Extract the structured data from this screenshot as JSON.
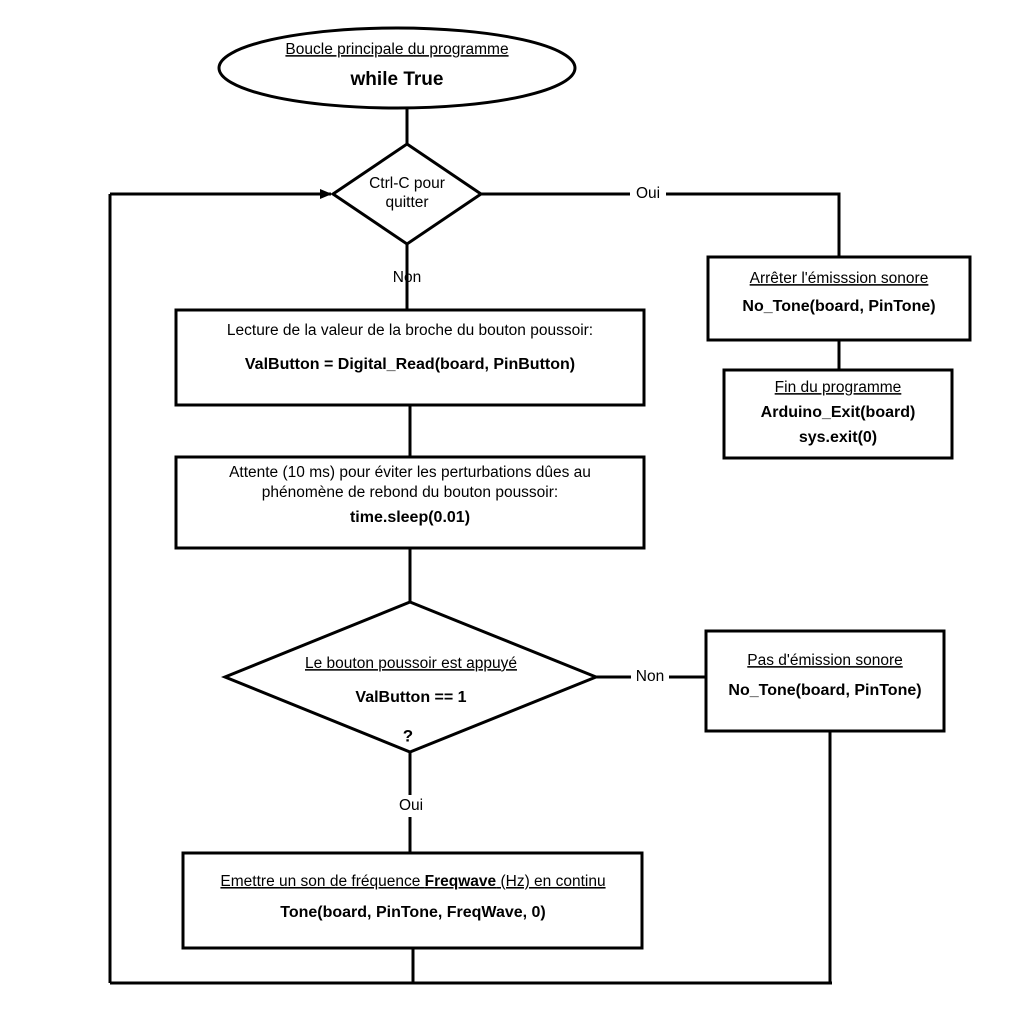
{
  "diagram": {
    "type": "flowchart",
    "language": "fr",
    "title_implicit": "Boucle principale du programme Arduino - bouton poussoir et tonalite"
  },
  "nodes": {
    "start": {
      "shape": "ellipse",
      "title": "Boucle principale du programme",
      "code": "while True"
    },
    "decision_ctrlc": {
      "shape": "diamond",
      "line1": "Ctrl-C pour",
      "line2": "quitter"
    },
    "stop_tone": {
      "shape": "rect",
      "title": "Arrêter l'émisssion sonore",
      "code": "No_Tone(board, PinTone)"
    },
    "end_program": {
      "shape": "rect",
      "title": "Fin du programme",
      "code_line1": "Arduino_Exit(board)",
      "code_line2": "sys.exit(0)"
    },
    "read_pin": {
      "shape": "rect",
      "title": "Lecture de la valeur de la broche du bouton poussoir:",
      "code": "ValButton = Digital_Read(board, PinButton)"
    },
    "debounce": {
      "shape": "rect",
      "title_line1": "Attente (10 ms) pour éviter les perturbations dûes au",
      "title_line2": "phénomène de rebond du bouton poussoir:",
      "code": "time.sleep(0.01)"
    },
    "decision_button": {
      "shape": "diamond",
      "title": "Le bouton poussoir est appuyé",
      "code": "ValButton == 1",
      "question": "?"
    },
    "no_tone": {
      "shape": "rect",
      "title": "Pas d'émission sonore",
      "code": "No_Tone(board, PinTone)"
    },
    "emit_tone": {
      "shape": "rect",
      "title_part1": "Emettre un son de fréquence ",
      "title_bold": "Freqwave",
      "title_part2": " (Hz) en continu",
      "code": "Tone(board, PinTone, FreqWave, 0)"
    }
  },
  "edges": {
    "ctrlc_yes": "Oui",
    "ctrlc_no": "Non",
    "button_no": "Non",
    "button_yes": "Oui"
  },
  "colors": {
    "stroke": "#000000",
    "fill": "#ffffff",
    "text": "#000000"
  }
}
